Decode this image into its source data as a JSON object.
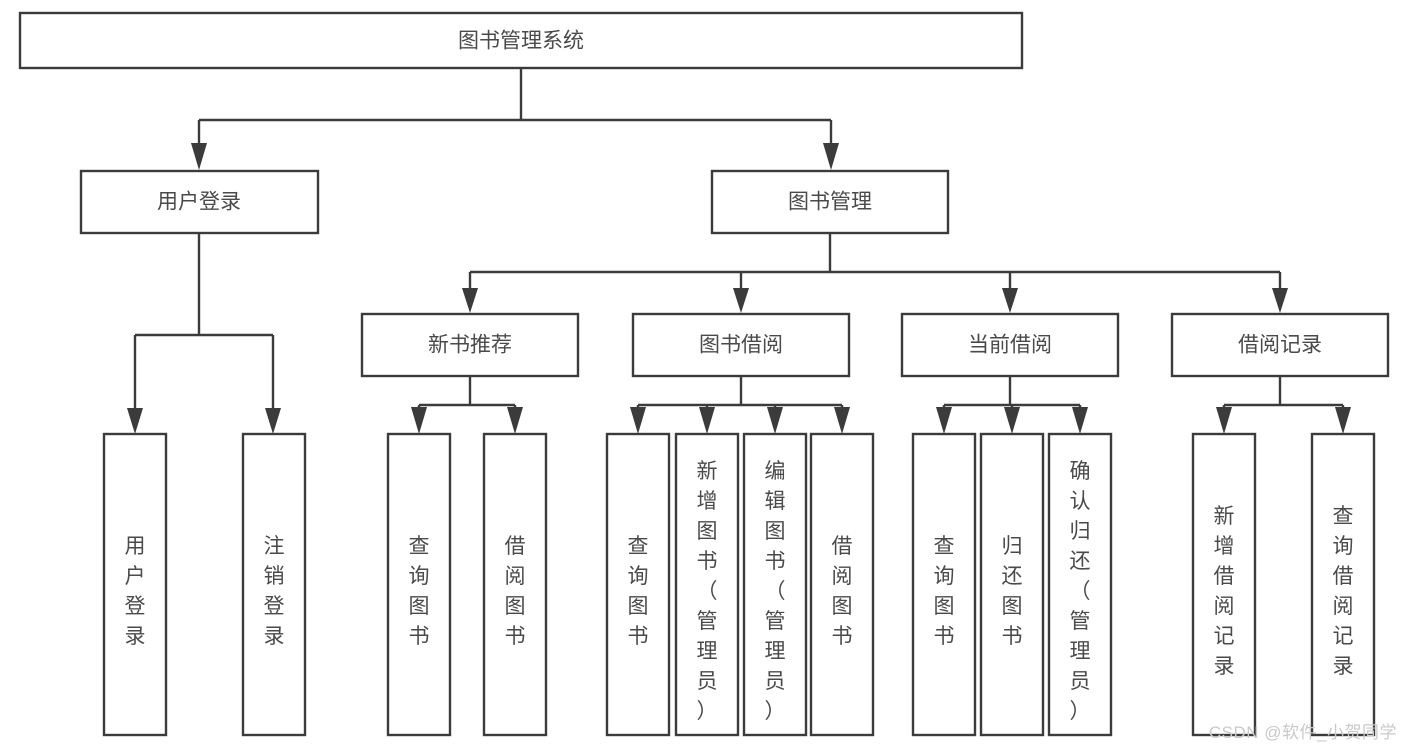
{
  "diagram": {
    "title": "图书管理系统",
    "type": "tree-hierarchy-chart",
    "watermark": "CSDN @软件_小贺同学",
    "colors": {
      "stroke": "#3b3b3b",
      "box_fill": "#ffffff",
      "label": "#4a4a4a",
      "background": "#ffffff",
      "watermark": "#c9c9c9"
    },
    "levels": {
      "root": {
        "label": "图书管理系统"
      },
      "level2": [
        {
          "id": "user-login",
          "label": "用户登录"
        },
        {
          "id": "book-manage",
          "label": "图书管理"
        }
      ],
      "level3": [
        {
          "id": "new-book-recommend",
          "label": "新书推荐",
          "parent": "book-manage"
        },
        {
          "id": "book-borrow",
          "label": "图书借阅",
          "parent": "book-manage"
        },
        {
          "id": "current-borrow",
          "label": "当前借阅",
          "parent": "book-manage"
        },
        {
          "id": "borrow-record",
          "label": "借阅记录",
          "parent": "book-manage"
        }
      ],
      "leaves": [
        {
          "id": "leaf-user-login",
          "label": "用户登录",
          "parent": "user-login"
        },
        {
          "id": "leaf-user-logout",
          "label": "注销登录",
          "parent": "user-login"
        },
        {
          "id": "leaf-query-book-1",
          "label": "查询图书",
          "parent": "new-book-recommend"
        },
        {
          "id": "leaf-borrow-book-1",
          "label": "借阅图书",
          "parent": "new-book-recommend"
        },
        {
          "id": "leaf-query-book-2",
          "label": "查询图书",
          "parent": "book-borrow"
        },
        {
          "id": "leaf-add-book",
          "label": "新增图书（管理员）",
          "parent": "book-borrow"
        },
        {
          "id": "leaf-edit-book",
          "label": "编辑图书（管理员）",
          "parent": "book-borrow"
        },
        {
          "id": "leaf-borrow-book-2",
          "label": "借阅图书",
          "parent": "book-borrow"
        },
        {
          "id": "leaf-query-book-3",
          "label": "查询图书",
          "parent": "current-borrow"
        },
        {
          "id": "leaf-return-book",
          "label": "归还图书",
          "parent": "current-borrow"
        },
        {
          "id": "leaf-confirm-return",
          "label": "确认归还（管理员）",
          "parent": "current-borrow"
        },
        {
          "id": "leaf-add-record",
          "label": "新增借阅记录",
          "parent": "borrow-record"
        },
        {
          "id": "leaf-query-record",
          "label": "查询借阅记录",
          "parent": "borrow-record"
        }
      ]
    }
  }
}
